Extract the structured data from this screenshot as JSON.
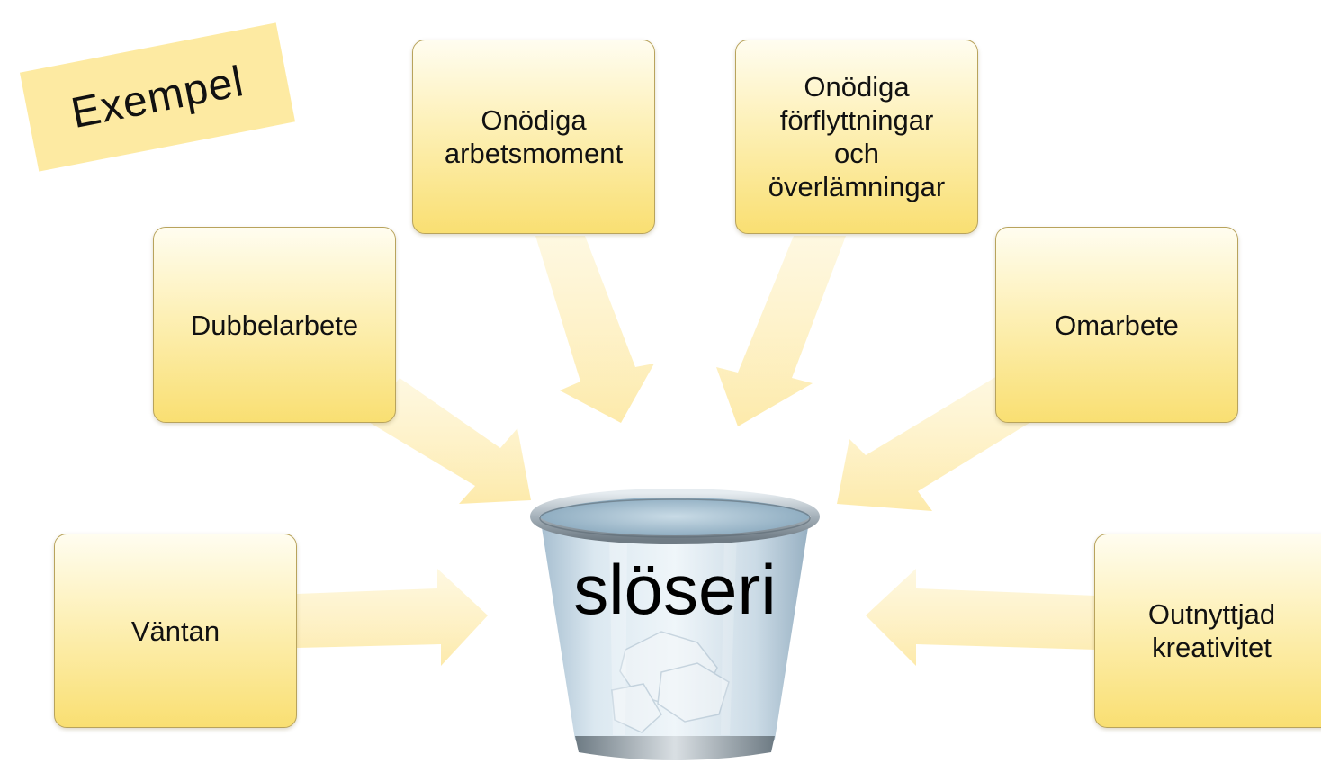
{
  "example_label": "Exempel",
  "center_label": "slöseri",
  "boxes": [
    {
      "id": "onodiga-arbetsmoment",
      "text": "Onödiga\narbetsmoment"
    },
    {
      "id": "onodiga-forflyttningar",
      "text": "Onödiga\nförflyttningar\noch\növerlämningar"
    },
    {
      "id": "dubbelarbete",
      "text": "Dubbelarbete"
    },
    {
      "id": "omarbete",
      "text": "Omarbete"
    },
    {
      "id": "vantan",
      "text": "Väntan"
    },
    {
      "id": "outnyttjad-kreativitet",
      "text": "Outnyttjad\nkreativitet"
    }
  ],
  "icons": {
    "center": "trash-bin-icon"
  },
  "colors": {
    "box_fill_top": "#fffdf0",
    "box_fill_bottom": "#f9df72",
    "box_border": "#b8a35c",
    "arrow_fill": "#fdf0c2",
    "note_fill": "#fdeaa2"
  }
}
